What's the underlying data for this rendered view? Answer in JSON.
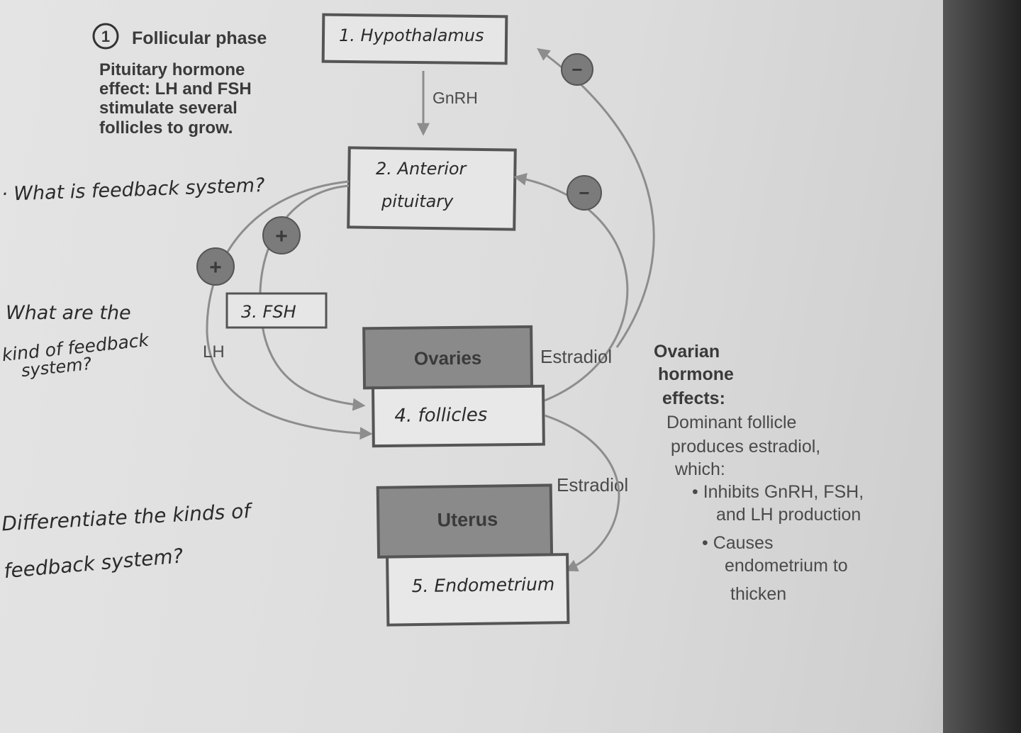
{
  "phase": {
    "number": "1",
    "title": "Follicular phase"
  },
  "pituitary_effect": {
    "line1": "Pituitary hormone",
    "line2": "effect: LH and FSH",
    "line3": "stimulate several",
    "line4": "follicles to grow."
  },
  "boxes": {
    "hypothalamus": "1. Hypothalamus",
    "anterior_line1": "2. Anterior",
    "anterior_line2": "pituitary",
    "fsh": "3. FSH",
    "ovaries": "Ovaries",
    "follicles": "4. follicles",
    "uterus": "Uterus",
    "endometrium": "5. Endometrium"
  },
  "labels": {
    "gnrh": "GnRH",
    "lh": "LH",
    "estradiol_top": "Estradiol",
    "estradiol_bottom": "Estradiol"
  },
  "feedback_signs": {
    "hypothalamus": "−",
    "pituitary": "−",
    "fsh_path": "+",
    "lh_path": "+"
  },
  "ovarian_effects": {
    "line1": "Ovarian",
    "line2": "hormone",
    "line3": "effects:",
    "line4": "Dominant follicle",
    "line5": "produces estradiol,",
    "line6": "which:",
    "bullet1_line1": "• Inhibits GnRH, FSH,",
    "bullet1_line2": "and LH production",
    "bullet2_line1": "• Causes",
    "bullet2_line2": "endometrium to",
    "bullet2_line3": "thicken"
  },
  "handwritten": {
    "q1": "· What is feedback system?",
    "q2_line1": "What are the",
    "q2_line2": "kind of feedback",
    "q2_line3": "system?",
    "q3_line1": "Differentiate the kinds of",
    "q3_line2": "feedback system?"
  },
  "colors": {
    "paper": "#dedede",
    "dark_fill": "#8a8a8a",
    "box_stroke": "#555555",
    "arrow": "#8d8d8d"
  }
}
